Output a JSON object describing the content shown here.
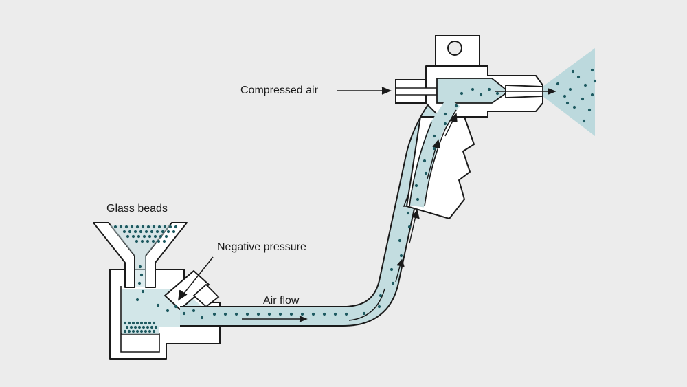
{
  "labels": {
    "compressed_air": "Compressed air",
    "glass_beads": "Glass beads",
    "negative_pressure": "Negative pressure",
    "air_flow": "Air flow"
  },
  "colors": {
    "background": "#ececec",
    "outline": "#1a1a1a",
    "fill": "#ffffff",
    "flow_fill": "#c3dde0",
    "bead": "#1e5a61"
  }
}
